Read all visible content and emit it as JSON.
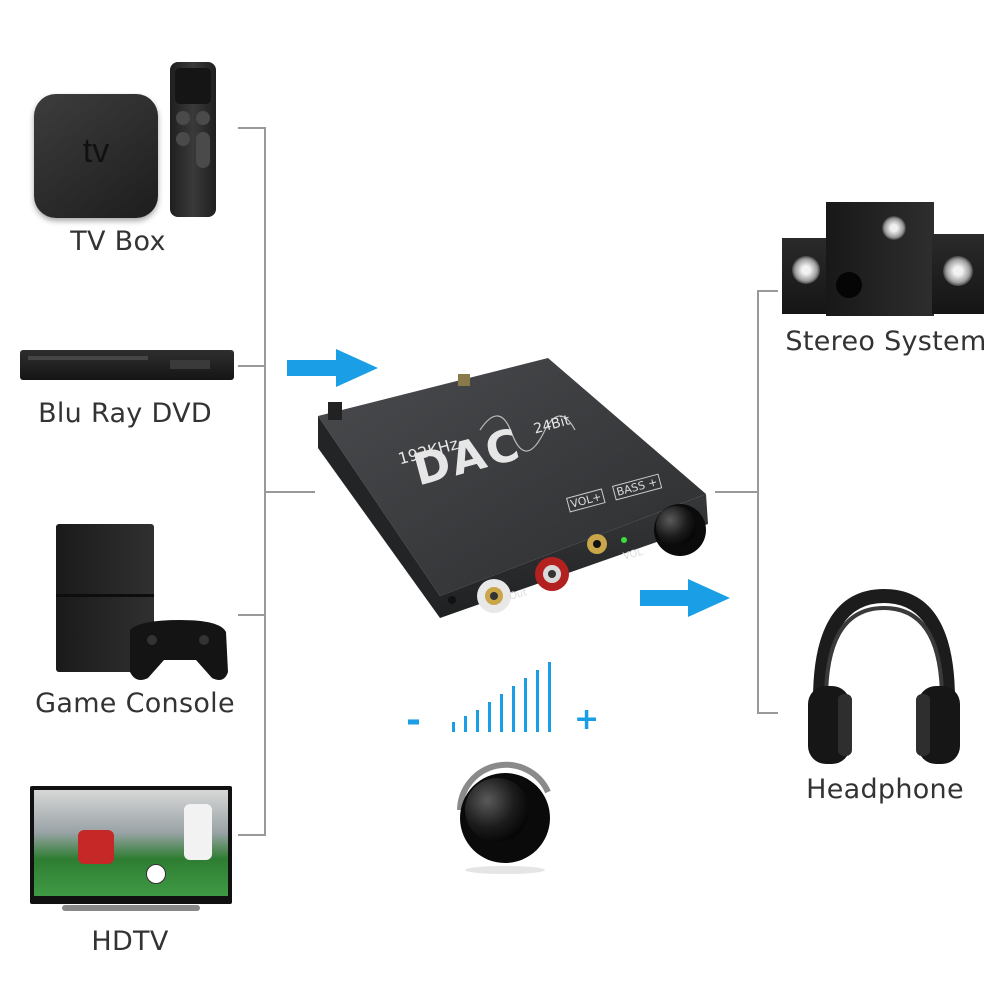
{
  "sources": [
    {
      "id": "tv-box",
      "label": "TV Box",
      "logo": "tv"
    },
    {
      "id": "blu-ray",
      "label": "Blu Ray DVD"
    },
    {
      "id": "game-console",
      "label": "Game Console"
    },
    {
      "id": "hdtv",
      "label": "HDTV"
    }
  ],
  "outputs": [
    {
      "id": "stereo",
      "label": "Stereo System"
    },
    {
      "id": "headphone",
      "label": "Headphone"
    }
  ],
  "device": {
    "brand": "DAC",
    "sample_rate": "192KHz",
    "bit_depth": "24Bit",
    "button_vol_plus": "VOL+",
    "button_bass_plus": "BASS +",
    "knob_label": "VOL",
    "port_out_label": "Out"
  },
  "volume_control": {
    "minus": "-",
    "plus": "+"
  },
  "colors": {
    "arrow": "#1a9fe6",
    "line": "#999999",
    "device": "#3a3b3d",
    "text": "#333333"
  },
  "icons": {
    "arrow_in": "arrow-right-icon",
    "arrow_out": "arrow-right-icon",
    "knob": "volume-knob-icon"
  }
}
